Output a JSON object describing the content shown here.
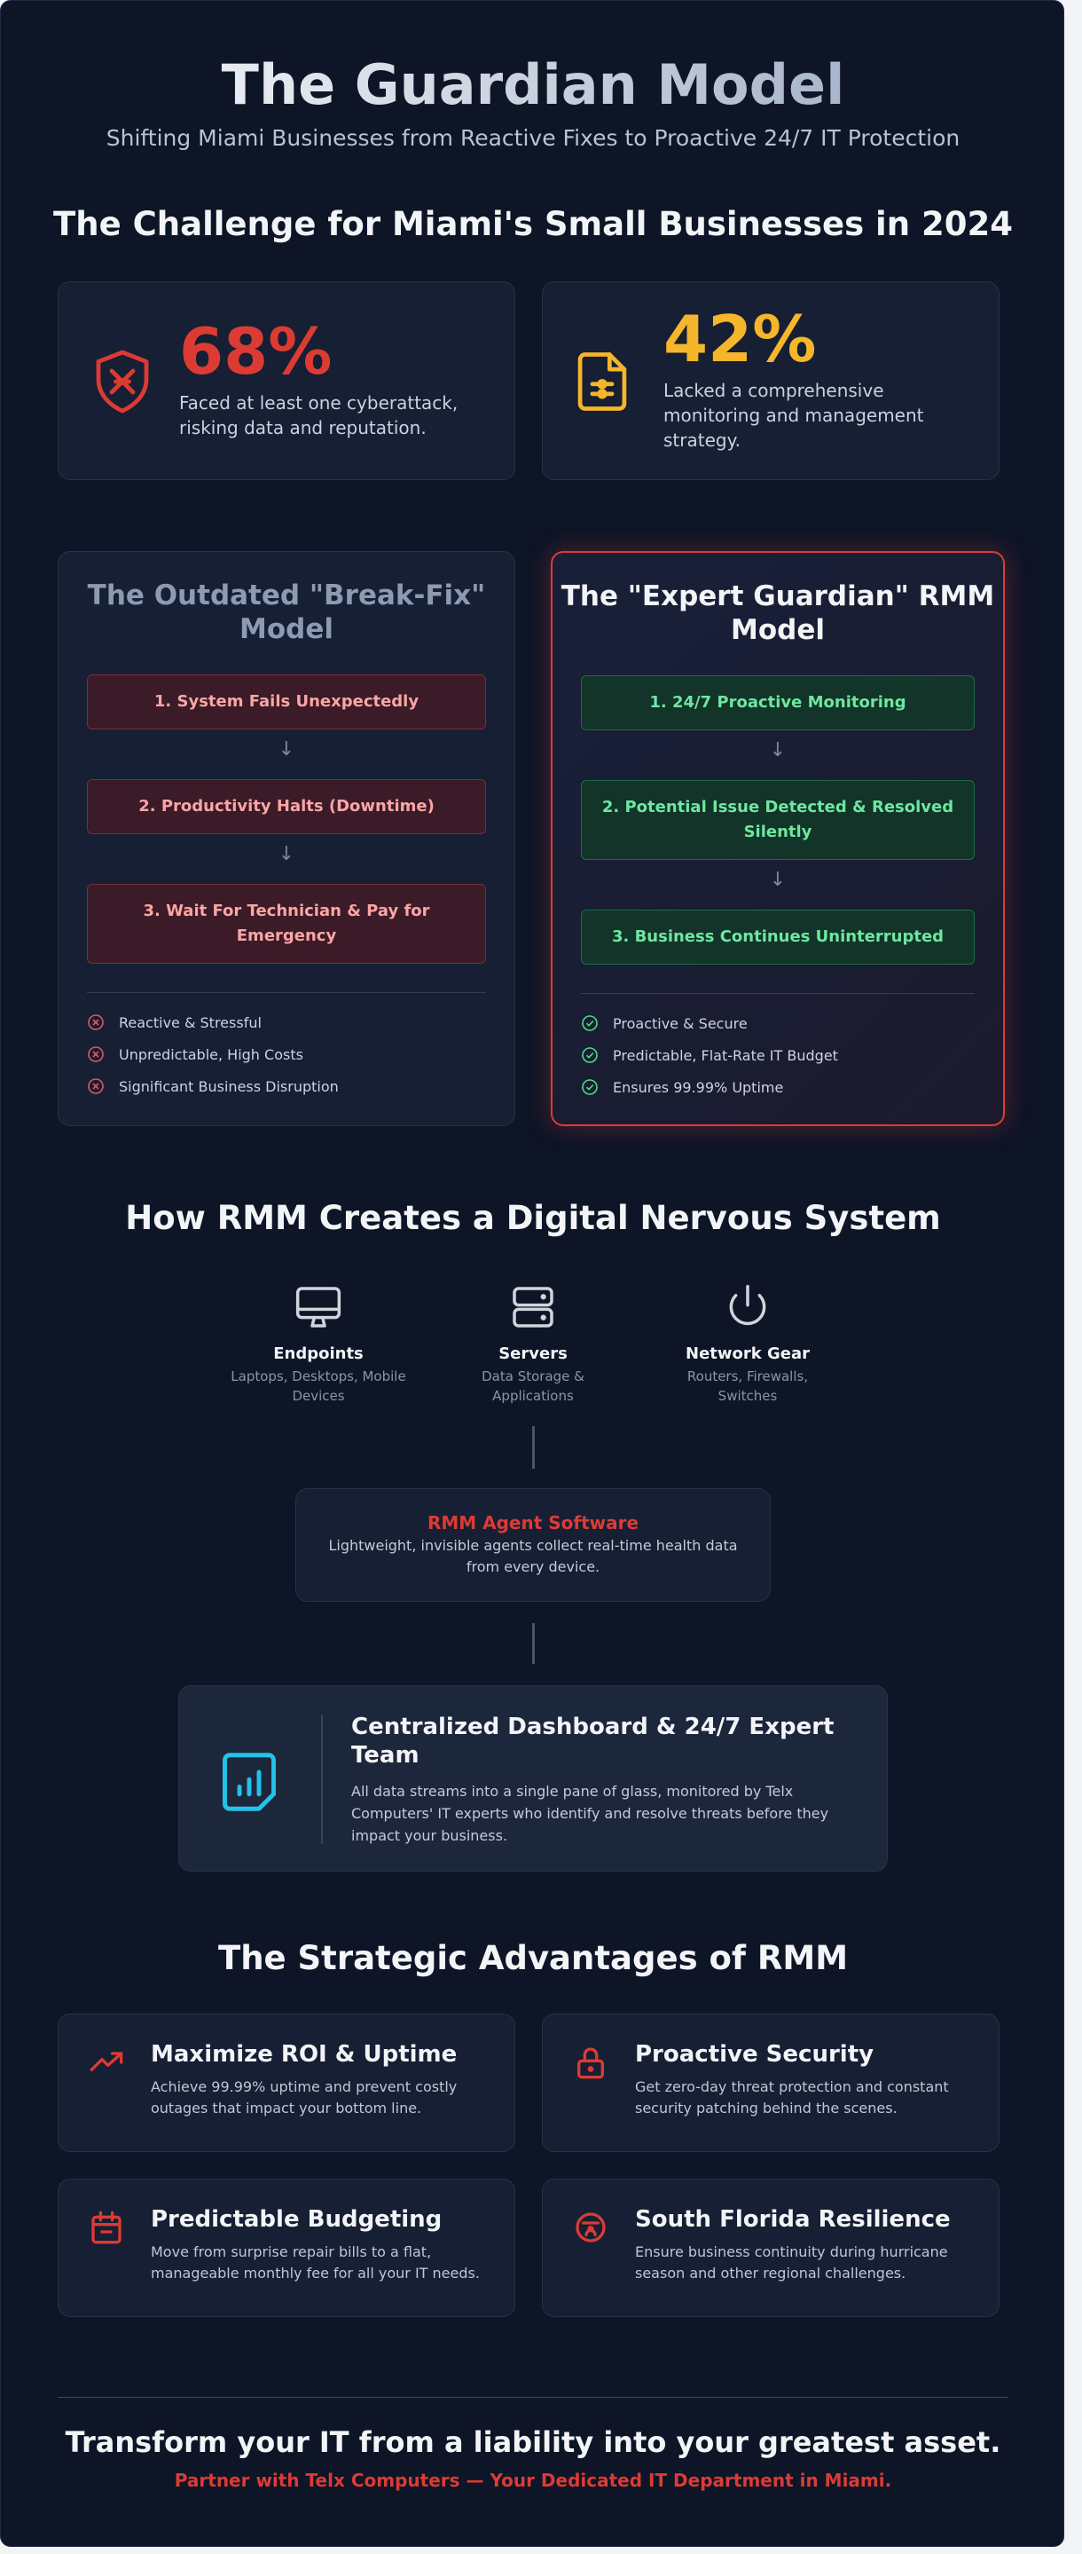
{
  "header": {
    "title": "The Guardian Model",
    "subtitle": "Shifting Miami Businesses from Reactive Fixes to Proactive 24/7 IT Protection"
  },
  "challenge": {
    "title": "The Challenge for Miami's Small Businesses in 2024",
    "stats": [
      {
        "value": "68%",
        "desc": "Faced at least one cyberattack, risking data and reputation.",
        "color": "#dc3b34",
        "icon": "shield-cross-icon"
      },
      {
        "value": "42%",
        "desc": "Lacked a comprehensive monitoring and management strategy.",
        "color": "#f6b62b",
        "icon": "document-icon"
      }
    ]
  },
  "models": {
    "old": {
      "title": "The Outdated \"Break-Fix\" Model",
      "steps": [
        "1. System Fails Unexpectedly",
        "2. Productivity Halts (Downtime)",
        "3. Wait For Technician & Pay for Emergency"
      ],
      "points": [
        "Reactive & Stressful",
        "Unpredictable, High Costs",
        "Significant Business Disruption"
      ]
    },
    "new": {
      "title": "The \"Expert Guardian\" RMM Model",
      "steps": [
        "1. 24/7 Proactive Monitoring",
        "2. Potential Issue Detected & Resolved Silently",
        "3. Business Continues Uninterrupted"
      ],
      "points": [
        "Proactive & Secure",
        "Predictable, Flat-Rate IT Budget",
        "Ensures 99.99% Uptime"
      ]
    }
  },
  "nervous": {
    "title": "How RMM Creates a Digital Nervous System",
    "nodes": [
      {
        "label": "Endpoints",
        "sub": "Laptops, Desktops, Mobile Devices",
        "icon": "monitor-icon"
      },
      {
        "label": "Servers",
        "sub": "Data Storage & Applications",
        "icon": "server-icon"
      },
      {
        "label": "Network Gear",
        "sub": "Routers, Firewalls, Switches",
        "icon": "power-icon"
      }
    ],
    "agent": {
      "title": "RMM Agent Software",
      "desc": "Lightweight, invisible agents collect real-time health data from every device."
    },
    "dashboard": {
      "title": "Centralized Dashboard & 24/7 Expert Team",
      "desc": "All data streams into a single pane of glass, monitored by Telx Computers' IT experts who identify and resolve threats before they impact your business.",
      "icon": "dashboard-chart-icon"
    }
  },
  "advantages": {
    "title": "The Strategic Advantages of RMM",
    "items": [
      {
        "title": "Maximize ROI & Uptime",
        "desc": "Achieve 99.99% uptime and prevent costly outages that impact your bottom line.",
        "icon": "trend-up-icon"
      },
      {
        "title": "Proactive Security",
        "desc": "Get zero-day threat protection and constant security patching behind the scenes.",
        "icon": "lock-icon"
      },
      {
        "title": "Predictable Budgeting",
        "desc": "Move from surprise repair bills to a flat, manageable monthly fee for all your IT needs.",
        "icon": "calendar-icon"
      },
      {
        "title": "South Florida Resilience",
        "desc": "Ensure business continuity during hurricane season and other regional challenges.",
        "icon": "hurricane-icon"
      }
    ]
  },
  "footer": {
    "title": "Transform your IT from a liability into your greatest asset.",
    "subtitle": "Partner with Telx Computers — Your Dedicated IT Department in Miami."
  },
  "colors": {
    "background": "#0d1527",
    "accent_red": "#dc3b34",
    "accent_yellow": "#f6b62b",
    "accent_green": "#6ee7a0",
    "accent_cyan": "#22c3e6"
  }
}
